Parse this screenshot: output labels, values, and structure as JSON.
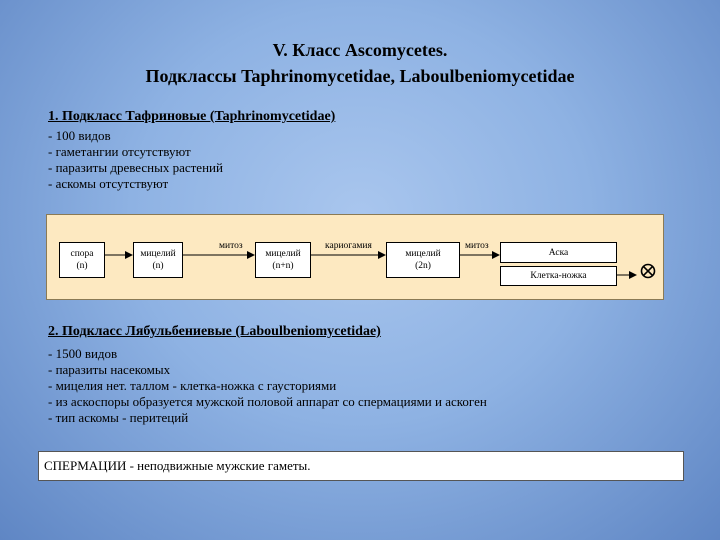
{
  "title": {
    "line1": "V. Класс Ascomycetes.",
    "line2": "Подклассы Taphrinomycetidae, Laboulbeniomycetidae"
  },
  "section1": {
    "heading": "1. Подкласс Тафриновые (Taphrinomycetidae)",
    "items": [
      "- 100 видов",
      "- гаметангии отсутствуют",
      "- паразиты древесных растений",
      "- аскомы отсутствуют"
    ]
  },
  "diagram": {
    "boxes": [
      {
        "line1": "спора",
        "line2": "(n)"
      },
      {
        "line1": "мицелий",
        "line2": "(n)"
      },
      {
        "line1": "мицелий",
        "line2": "(n+n)"
      },
      {
        "line1": "мицелий",
        "line2": "(2n)"
      }
    ],
    "arrow_labels": [
      "митоз",
      "кариогамия",
      "митоз"
    ],
    "right_box": {
      "top": "Аска",
      "bottom": "Клетка-ножка"
    },
    "end_symbol": "cross-circle-icon"
  },
  "section2": {
    "heading": "2. Подкласс Лябульбениевые (Laboulbeniomycetidae)",
    "items": [
      "- 1500 видов",
      "- паразиты насекомых",
      "- мицелия нет. таллом - клетка-ножка с гаусториями",
      "- из аскоспоры образуется мужской половой аппарат со спермациями и аскоген",
      "- тип аскомы - перитеций"
    ]
  },
  "note": "СПЕРМАЦИИ - неподвижные мужские гаметы."
}
